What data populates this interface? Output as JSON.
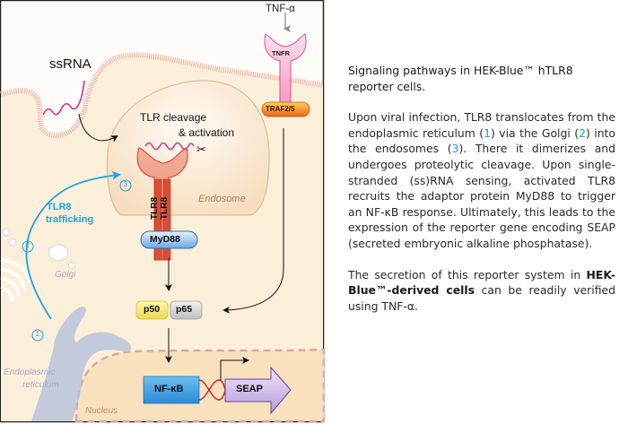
{
  "diagram": {
    "labels": {
      "tnf_alpha": "TNF-α",
      "tnfr": "TNFR",
      "traf": "TRAF2/5",
      "ssrna": "ssRNA",
      "cleavage_line1": "TLR cleavage",
      "cleavage_line2": "& activation",
      "endosome": "Endosome",
      "tlr8_left": "TLR8",
      "tlr8_right": "TLR8",
      "myd88": "MyD88",
      "trafficking_line1": "TLR8",
      "trafficking_line2": "trafficking",
      "step1": "1",
      "step2": "2",
      "step3": "3",
      "golgi": "Golgi",
      "p50": "p50",
      "p65": "p65",
      "er_line1": "Endoplasmic",
      "er_line2": "reticulum",
      "nucleus": "Nucleus",
      "nfkb": "NF-κB",
      "seap": "SEAP"
    },
    "colors": {
      "extracellular": "#fefcf8",
      "cytoplasm": "#fcefd9",
      "membrane": "#e8b4a8",
      "trafficking": "#1ba3e0",
      "tlr8": "#e0553f",
      "rna": "#d63384",
      "tnfr": "#e8559a",
      "traf": "#f29a1e",
      "myd88": "#5b9fdb",
      "p50": "#f5e26a",
      "p65": "#cfcfcf",
      "nfkb": "#3a9ee0",
      "seap": "#a88ad0",
      "er": "#a8b6d8",
      "nucleus_border": "#d9a9a0"
    }
  },
  "caption": {
    "title": "Signaling pathways in HEK-Blue™ hTLR8 reporter cells.",
    "p1": {
      "a": "Upon viral infection, TLR8 translocates from the endoplasmic reticulum (",
      "n1": "1",
      "b": ") via the Golgi (",
      "n2": "2",
      "c": ") into the endosomes (",
      "n3": "3",
      "d": "). There it dimerizes and undergoes proteolytic cleavage. Upon single-stranded (ss)RNA sensing, activated TLR8 recruits the adaptor protein MyD88 to trigger an NF-κB response. Ultimately, this leads to the expression of the reporter gene encoding SEAP (secreted embryonic alkaline phosphatase)."
    },
    "p2": {
      "a": "The secretion of this reporter system in ",
      "bold": "HEK-Blue™-derived cells",
      "b": " can be readily verified using TNF-α."
    }
  }
}
